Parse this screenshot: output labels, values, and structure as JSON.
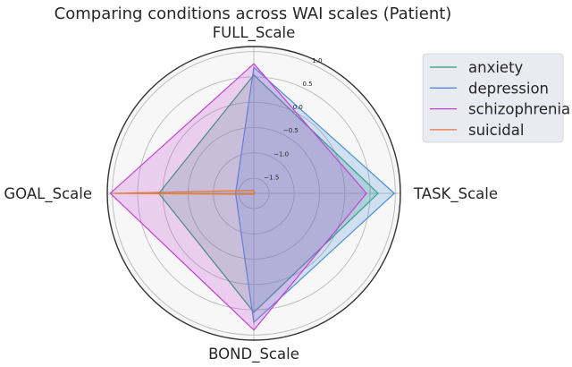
{
  "chart_data": {
    "type": "radar",
    "title": "Comparing conditions across WAI scales (Patient)",
    "axes": [
      "FULL_Scale",
      "TASK_Scale",
      "BOND_Scale",
      "GOAL_Scale"
    ],
    "radial_ticks": [
      "−1.5",
      "−1.0",
      "−0.5",
      "0.0",
      "0.5",
      "1.0"
    ],
    "radial_tick_values": [
      -1.5,
      -1.0,
      -0.5,
      0.0,
      0.5,
      1.0
    ],
    "rlim": [
      -1.8,
      1.1
    ],
    "grid": true,
    "legend_position": "outside-right",
    "series": [
      {
        "name": "anxiety",
        "color": "#2a9d78",
        "values": [
          0.54,
          0.66,
          0.55,
          0.08
        ]
      },
      {
        "name": "depression",
        "color": "#4a90d9",
        "values": [
          0.69,
          0.98,
          0.75,
          -1.44
        ]
      },
      {
        "name": "schizophrenia",
        "color": "#c63fd6",
        "values": [
          0.76,
          0.43,
          0.9,
          1.04
        ]
      },
      {
        "name": "suicidal",
        "color": "#e07b39",
        "values": [
          -1.74,
          -1.78,
          -1.78,
          0.98
        ]
      }
    ]
  }
}
